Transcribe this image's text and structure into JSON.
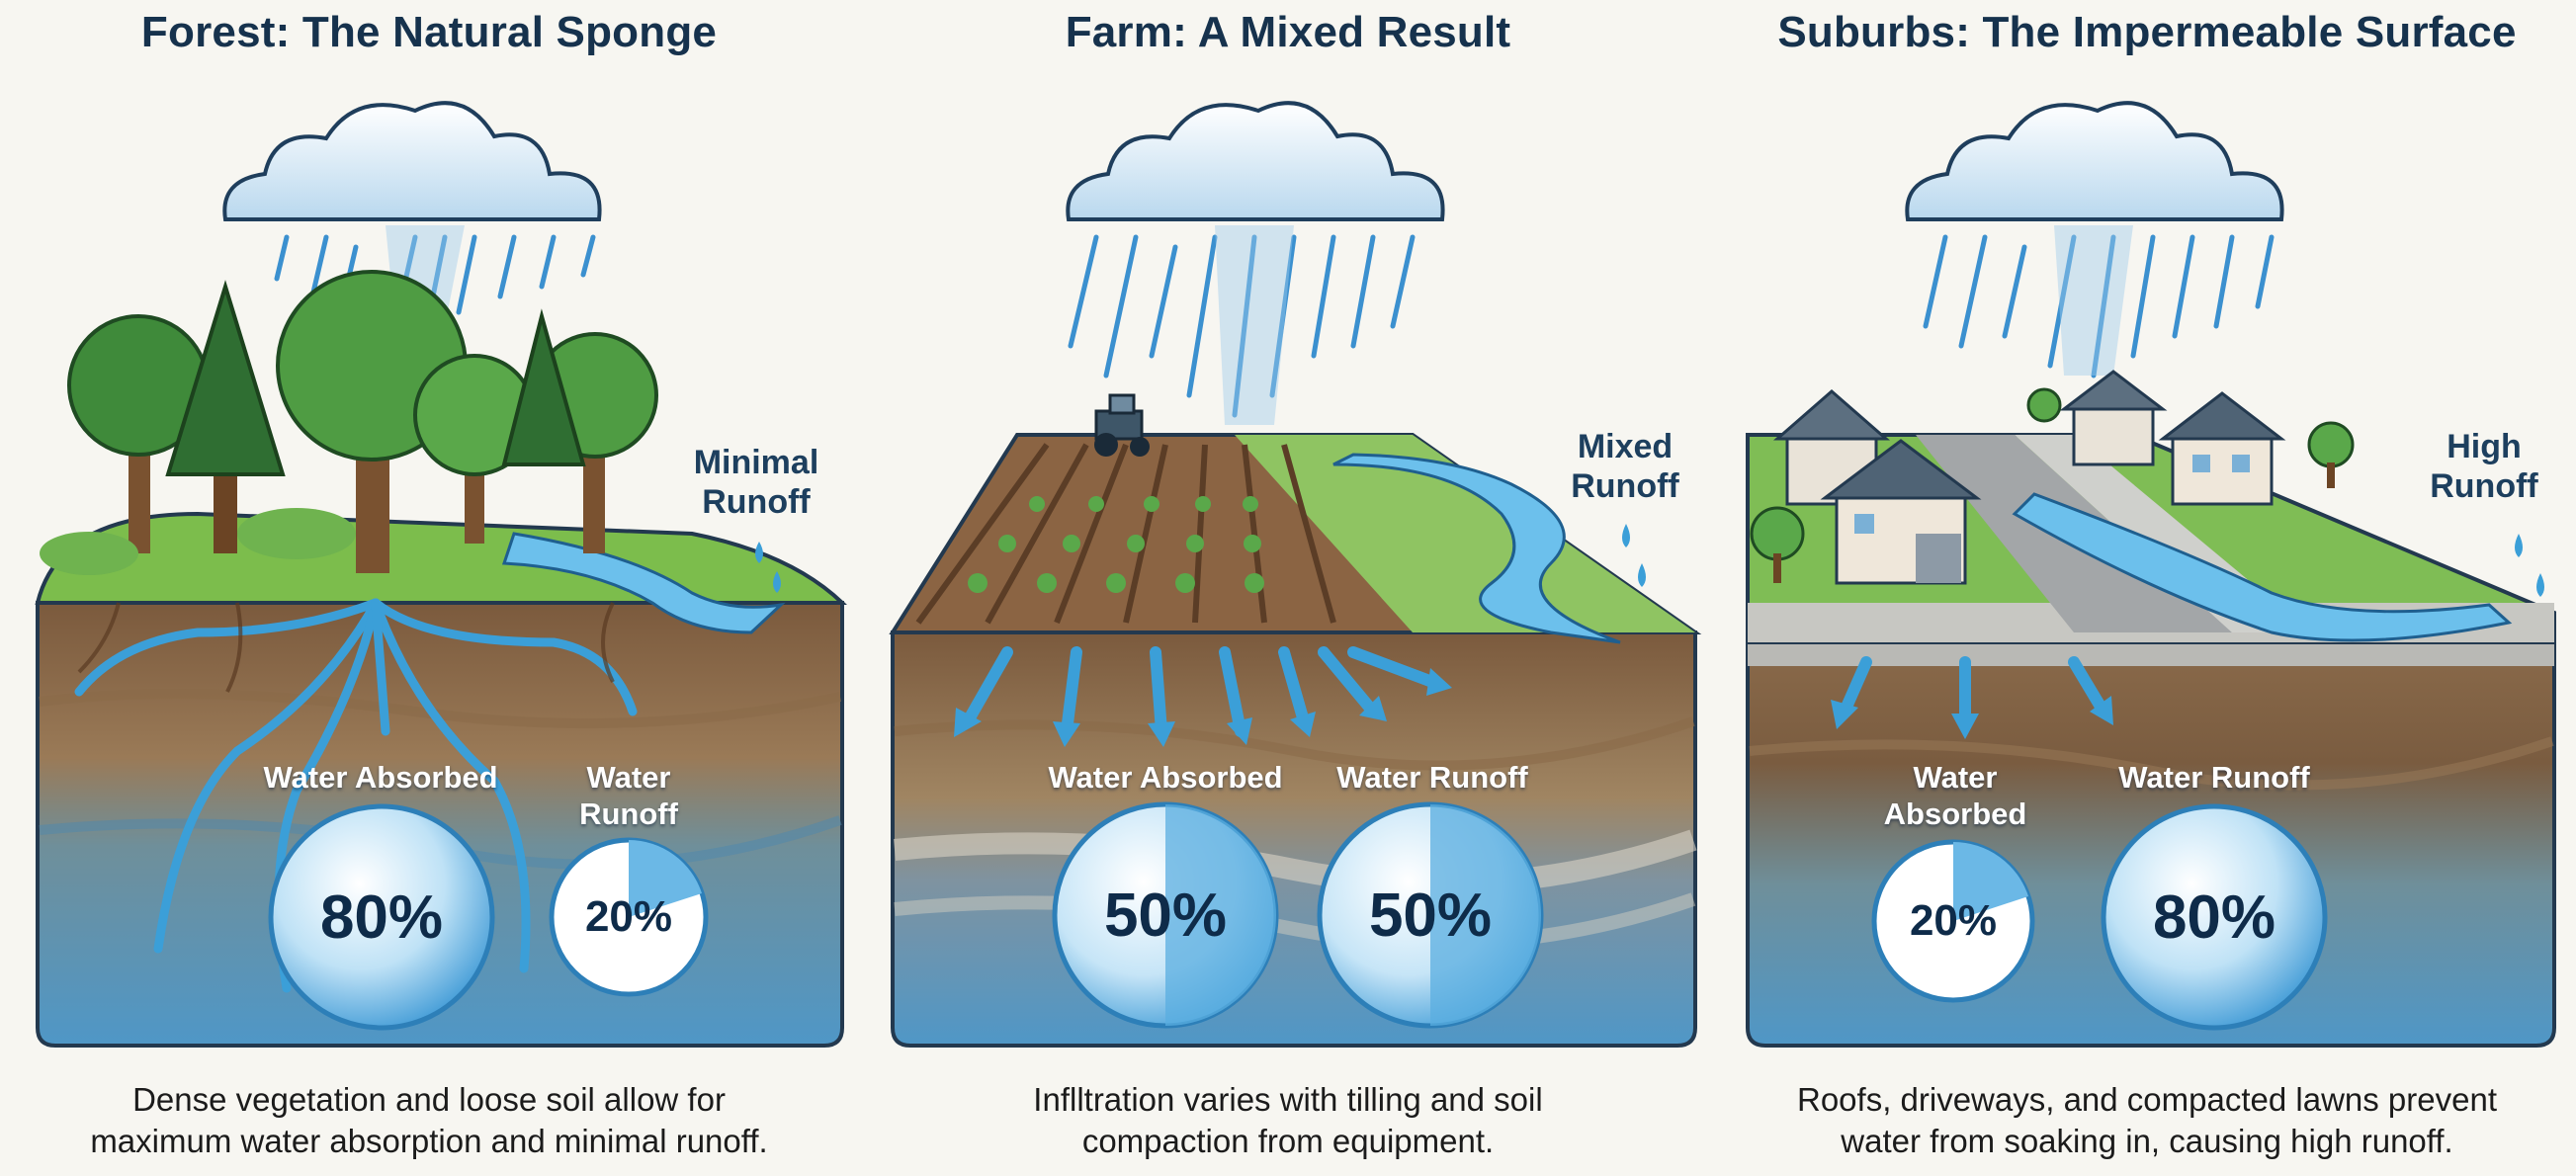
{
  "panels": [
    {
      "title": "Forest: The Natural Sponge",
      "runoff_label": [
        "Minimal",
        "Runoff"
      ],
      "absorbed_label": [
        "Water Absorbed"
      ],
      "runoff_metric_label": [
        "Water",
        "Runoff"
      ],
      "absorbed_pct": "80%",
      "runoff_pct": "20%",
      "caption": [
        "Dense vegetation and loose soil allow for",
        "maximum water absorption and minimal runoff."
      ]
    },
    {
      "title": "Farm: A Mixed Result",
      "runoff_label": [
        "Mixed",
        "Runoff"
      ],
      "absorbed_label": [
        "Water Absorbed"
      ],
      "runoff_metric_label": [
        "Water Runoff"
      ],
      "absorbed_pct": "50%",
      "runoff_pct": "50%",
      "caption": [
        "Inflltration varies with tilling and soil",
        "compaction from equipment."
      ]
    },
    {
      "title": "Suburbs: The Impermeable Surface",
      "runoff_label": [
        "High",
        "Runoff"
      ],
      "absorbed_label": [
        "Water",
        "Absorbed"
      ],
      "runoff_metric_label": [
        "Water Runoff"
      ],
      "absorbed_pct": "20%",
      "runoff_pct": "80%",
      "caption": [
        "Roofs, driveways, and compacted lawns prevent",
        "water from soaking in, causing high runoff."
      ]
    }
  ],
  "colors": {
    "title": "#16324d",
    "water": "#3b9fd8",
    "soil_top": "#7a5a3c",
    "soil_deep": "#5b9bc4",
    "grass": "#7cbd4c"
  }
}
